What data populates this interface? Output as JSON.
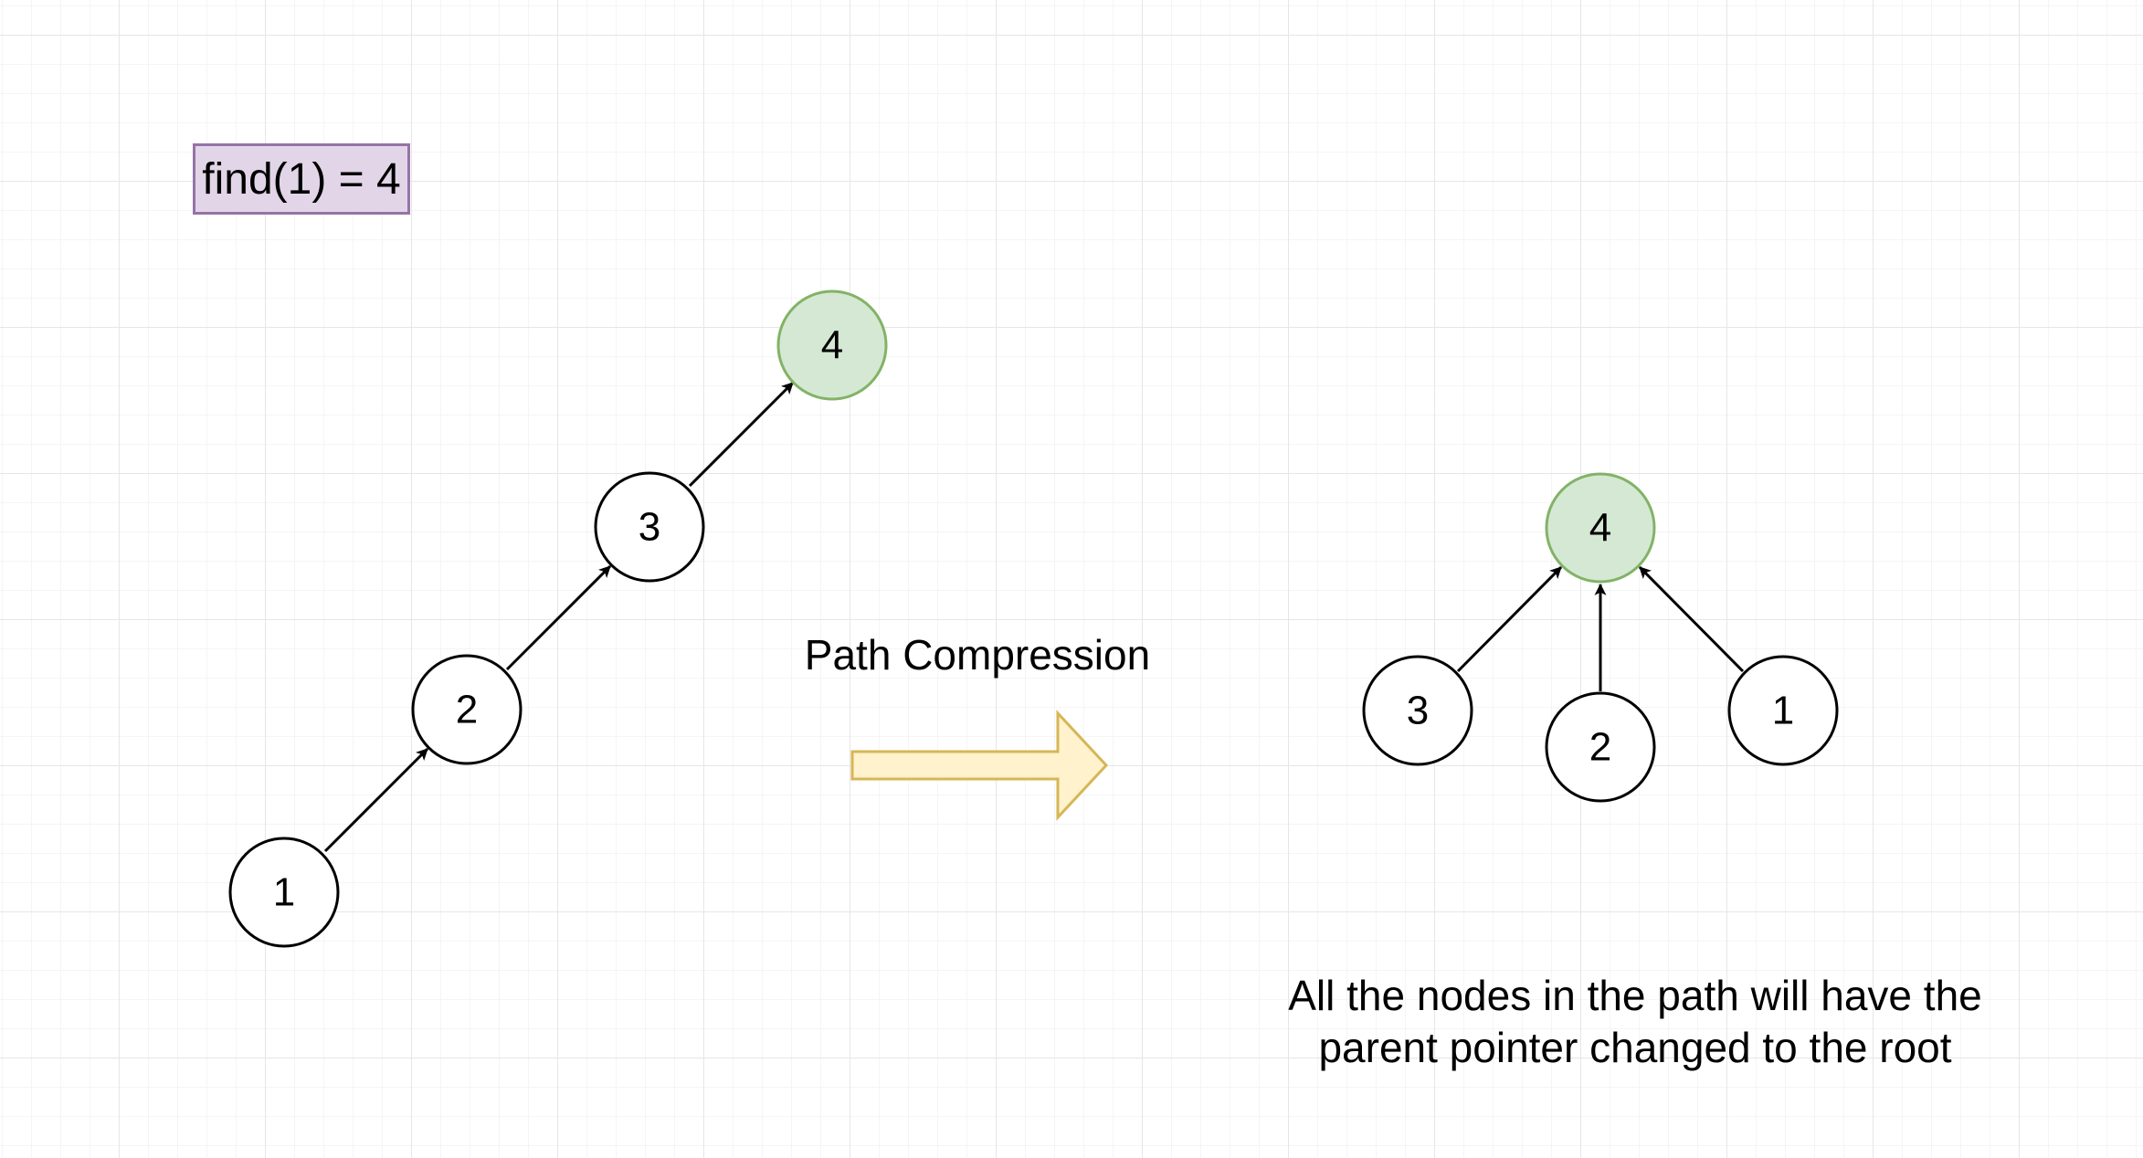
{
  "find_label": "find(1) = 4",
  "arrow_caption": "Path Compression",
  "note_lines": [
    "All the nodes in the path will have the",
    "parent pointer changed to the root"
  ],
  "colors": {
    "root_fill": "#d5e8d4",
    "root_stroke": "#82b366",
    "label_fill": "#e1d5e7",
    "label_stroke": "#9673a6",
    "arrow_fill": "#fff2cc",
    "arrow_stroke": "#d6b656",
    "node_stroke": "#000000"
  },
  "before": {
    "nodes": [
      {
        "id": "1",
        "label": "1"
      },
      {
        "id": "2",
        "label": "2"
      },
      {
        "id": "3",
        "label": "3"
      },
      {
        "id": "4",
        "label": "4",
        "root": true
      }
    ],
    "edges": [
      {
        "from": "1",
        "to": "2"
      },
      {
        "from": "2",
        "to": "3"
      },
      {
        "from": "3",
        "to": "4"
      }
    ]
  },
  "after": {
    "nodes": [
      {
        "id": "4",
        "label": "4",
        "root": true
      },
      {
        "id": "3",
        "label": "3"
      },
      {
        "id": "2",
        "label": "2"
      },
      {
        "id": "1",
        "label": "1"
      }
    ],
    "edges": [
      {
        "from": "3",
        "to": "4"
      },
      {
        "from": "2",
        "to": "4"
      },
      {
        "from": "1",
        "to": "4"
      }
    ]
  }
}
